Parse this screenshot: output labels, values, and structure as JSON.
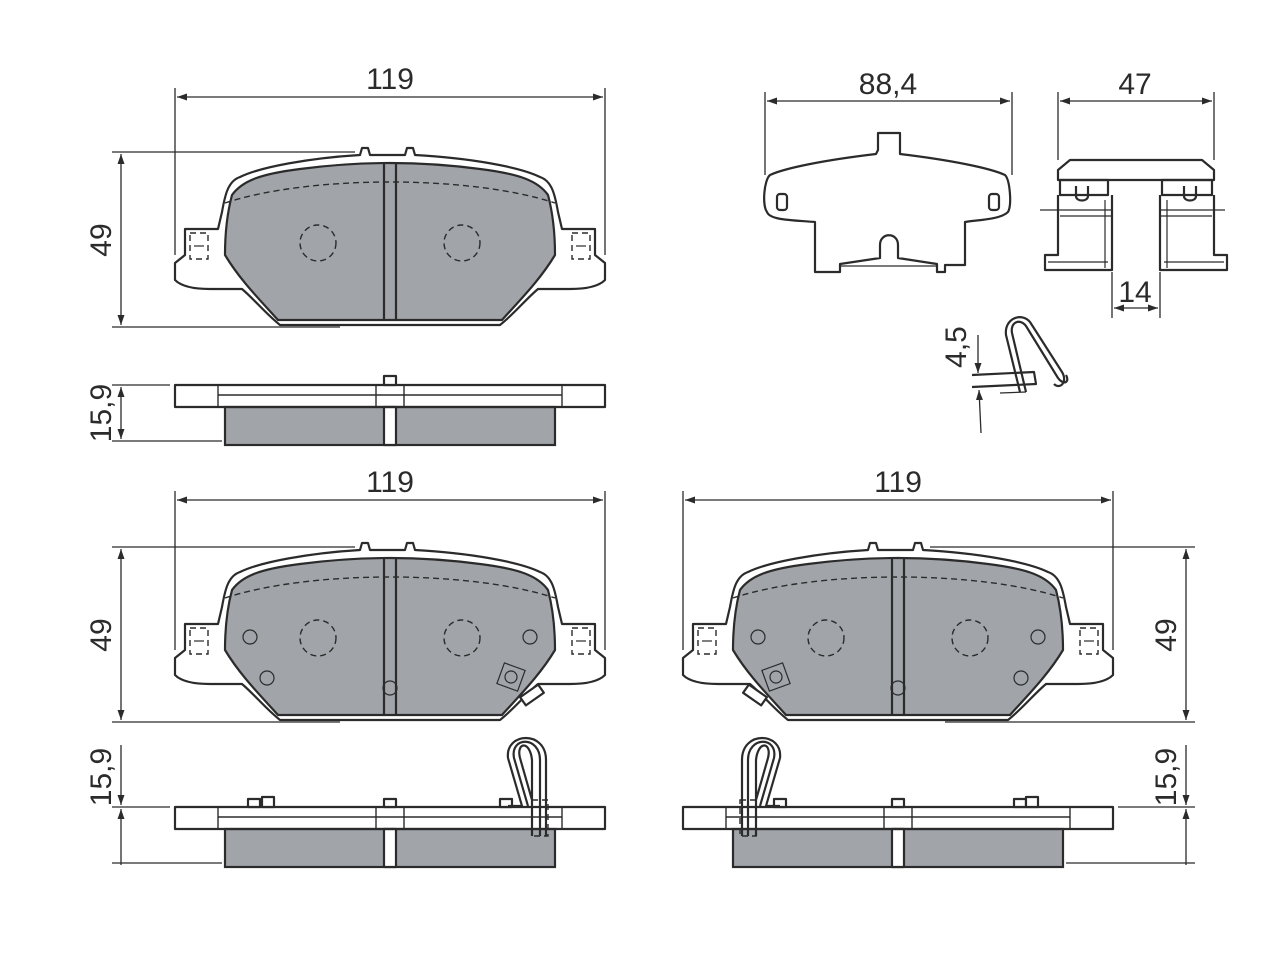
{
  "colors": {
    "friction_material": "#a1a5aa",
    "outline": "#2b2b2b",
    "background": "#ffffff"
  },
  "dimensions": {
    "pad1_width": "119",
    "pad1_height": "49",
    "pad1_thickness": "15,9",
    "shim_width": "88,4",
    "clip_width": "47",
    "clip_inner": "14",
    "spring_thickness": "4,5",
    "pad2_width": "119",
    "pad2_height": "49",
    "pad2_thickness": "15,9",
    "pad3_width": "119",
    "pad3_height": "49",
    "pad3_thickness": "15,9"
  }
}
